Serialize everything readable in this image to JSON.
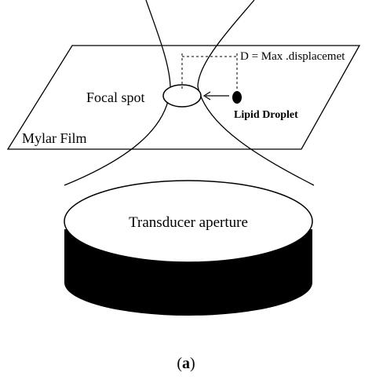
{
  "labels": {
    "displacement": "D = Max .displacemet",
    "focal_spot": "Focal spot",
    "lipid_droplet": "Lipid Droplet",
    "mylar_film": "Mylar Film",
    "transducer": "Transducer aperture"
  },
  "caption": {
    "open": "(",
    "letter": "a",
    "close": ")"
  }
}
